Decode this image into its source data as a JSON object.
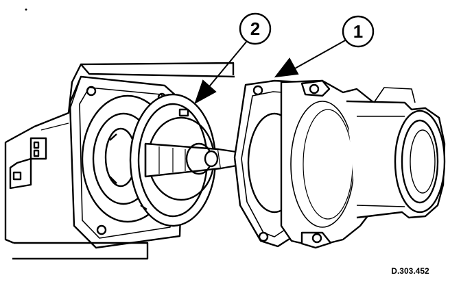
{
  "callouts": [
    {
      "label": "1",
      "part": "thermostat-housing"
    },
    {
      "label": "2",
      "part": "thermostat"
    }
  ],
  "reference": "D.303.452",
  "colors": {
    "ink": "#000000",
    "paper": "#ffffff"
  }
}
